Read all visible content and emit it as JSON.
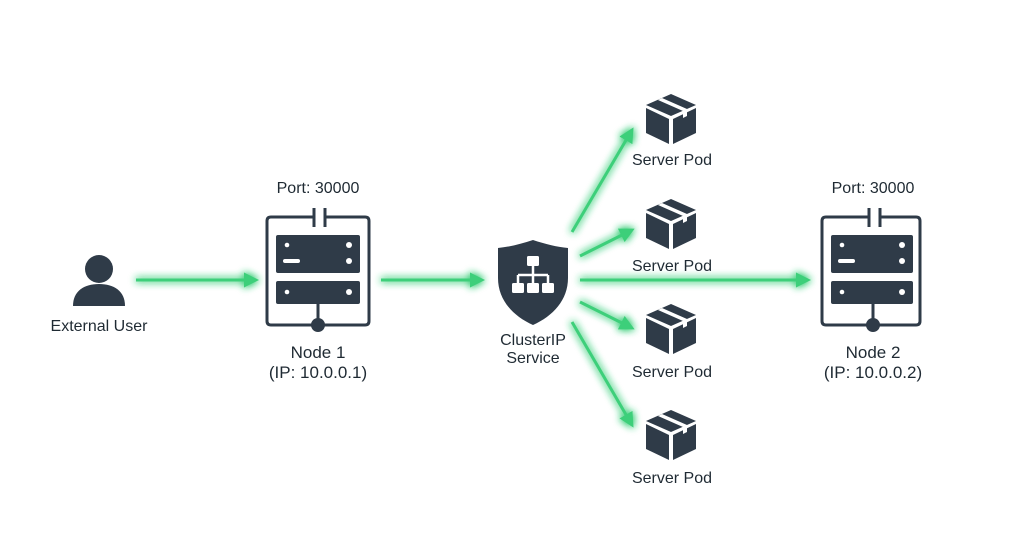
{
  "diagram": {
    "colors": {
      "icon": "#2f3b48",
      "arrow": "#3ecf7a",
      "glow": "#7ef2a8",
      "text": "#1f2a33"
    },
    "external_user": {
      "label": "External User",
      "icon": "user-icon"
    },
    "node1": {
      "port_label": "Port: 30000",
      "name": "Node 1",
      "ip": "(IP: 10.0.0.1)",
      "icon": "server-rack-icon"
    },
    "service": {
      "line1": "ClusterIP",
      "line2": "Service",
      "icon": "shield-network-icon"
    },
    "pods": [
      {
        "label": "Server Pod",
        "icon": "package-box-icon"
      },
      {
        "label": "Server Pod",
        "icon": "package-box-icon"
      },
      {
        "label": "Server Pod",
        "icon": "package-box-icon"
      },
      {
        "label": "Server Pod",
        "icon": "package-box-icon"
      }
    ],
    "node2": {
      "port_label": "Port: 30000",
      "name": "Node 2",
      "ip": "(IP: 10.0.0.2)",
      "icon": "server-rack-icon"
    },
    "edges": [
      {
        "from": "External User",
        "to": "Node 1"
      },
      {
        "from": "Node 1",
        "to": "ClusterIP Service"
      },
      {
        "from": "ClusterIP Service",
        "to": "Server Pod 1"
      },
      {
        "from": "ClusterIP Service",
        "to": "Server Pod 2"
      },
      {
        "from": "ClusterIP Service",
        "to": "Node 2"
      },
      {
        "from": "ClusterIP Service",
        "to": "Server Pod 3"
      },
      {
        "from": "ClusterIP Service",
        "to": "Server Pod 4"
      }
    ]
  }
}
